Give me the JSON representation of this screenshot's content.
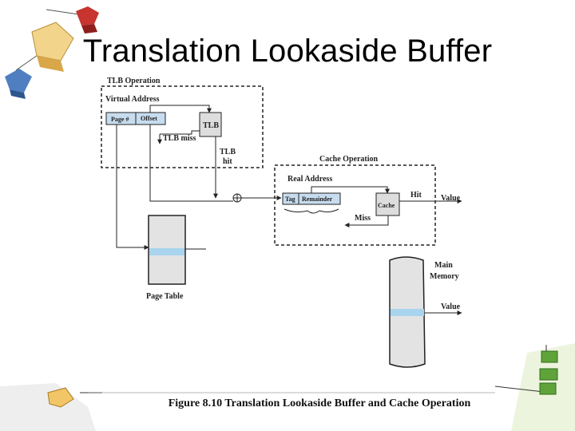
{
  "slide_title": "Translation Lookaside Buffer",
  "figure_caption": "Figure 8.10  Translation Lookaside Buffer and Cache Operation",
  "diagram": {
    "tlb_operation": "TLB Operation",
    "virtual_address": "Virtual Address",
    "page_number": "Page #",
    "offset": "Offset",
    "tlb": "TLB",
    "tlb_miss": "TLB miss",
    "tlb_hit_1": "TLB",
    "tlb_hit_2": "hit",
    "cache_operation": "Cache Operation",
    "real_address": "Real Address",
    "tag": "Tag",
    "remainder": "Remainder",
    "cache": "Cache",
    "hit": "Hit",
    "value_cache": "Value",
    "miss": "Miss",
    "page_table": "Page Table",
    "main_memory_1": "Main",
    "main_memory_2": "Memory",
    "value_memory": "Value"
  },
  "colors": {
    "address_field": "#c7dcee",
    "table_fill": "#e3e3e3",
    "highlight_row": "#a8d4ee"
  }
}
